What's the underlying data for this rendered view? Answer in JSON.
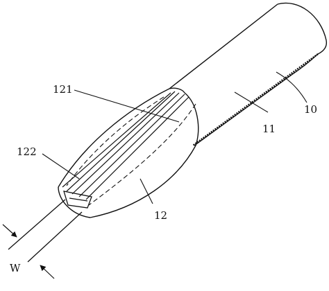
{
  "figure": {
    "labels": {
      "part_10": "10",
      "part_11": "11",
      "part_12": "12",
      "part_121": "121",
      "part_122": "122",
      "dimension_w": "W"
    }
  }
}
